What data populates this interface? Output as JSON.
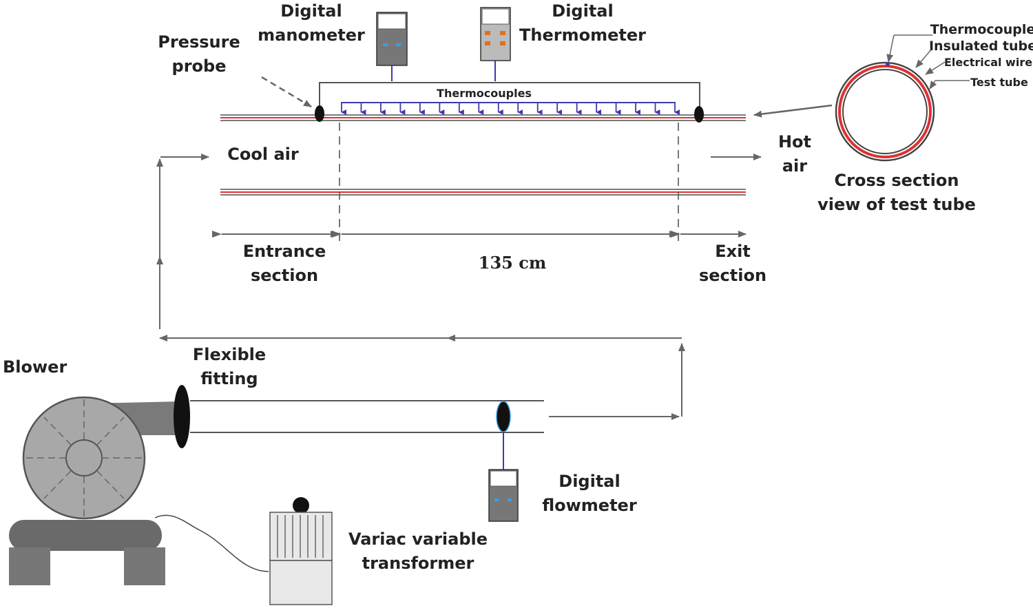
{
  "labels": {
    "digital_manometer": [
      "Digital",
      "manometer"
    ],
    "digital_thermometer": [
      "Digital",
      "Thermometer"
    ],
    "pressure_probe": [
      "Pressure",
      "probe"
    ],
    "thermocouples": "Thermocouples",
    "cool_air": "Cool air",
    "hot_air": [
      "Hot",
      "air"
    ],
    "entrance_section": [
      "Entrance",
      "section"
    ],
    "test_length": "135 cm",
    "exit_section": [
      "Exit",
      "section"
    ],
    "cross_section": [
      "Cross section",
      "view of test tube"
    ],
    "cross_section_parts": [
      "Thermocouple",
      "Insulated tube",
      "Electrical wire",
      "Test tube"
    ],
    "blower": "Blower",
    "flexible_fitting": [
      "Flexible",
      "fitting"
    ],
    "digital_flowmeter": [
      "Digital",
      "flowmeter"
    ],
    "variac": [
      "Variac variable",
      "transformer"
    ]
  },
  "colors": {
    "tube_line": "#7a7a7a",
    "heater_wire": "#e03030",
    "thermocouple": "#3a3ab0",
    "probe": "#111111",
    "arrow": "#666666",
    "equipment_gray": "#8e8e8e",
    "display_blue": "#3aa0e0",
    "display_orange": "#e07020"
  },
  "thermocouple_count": 18
}
